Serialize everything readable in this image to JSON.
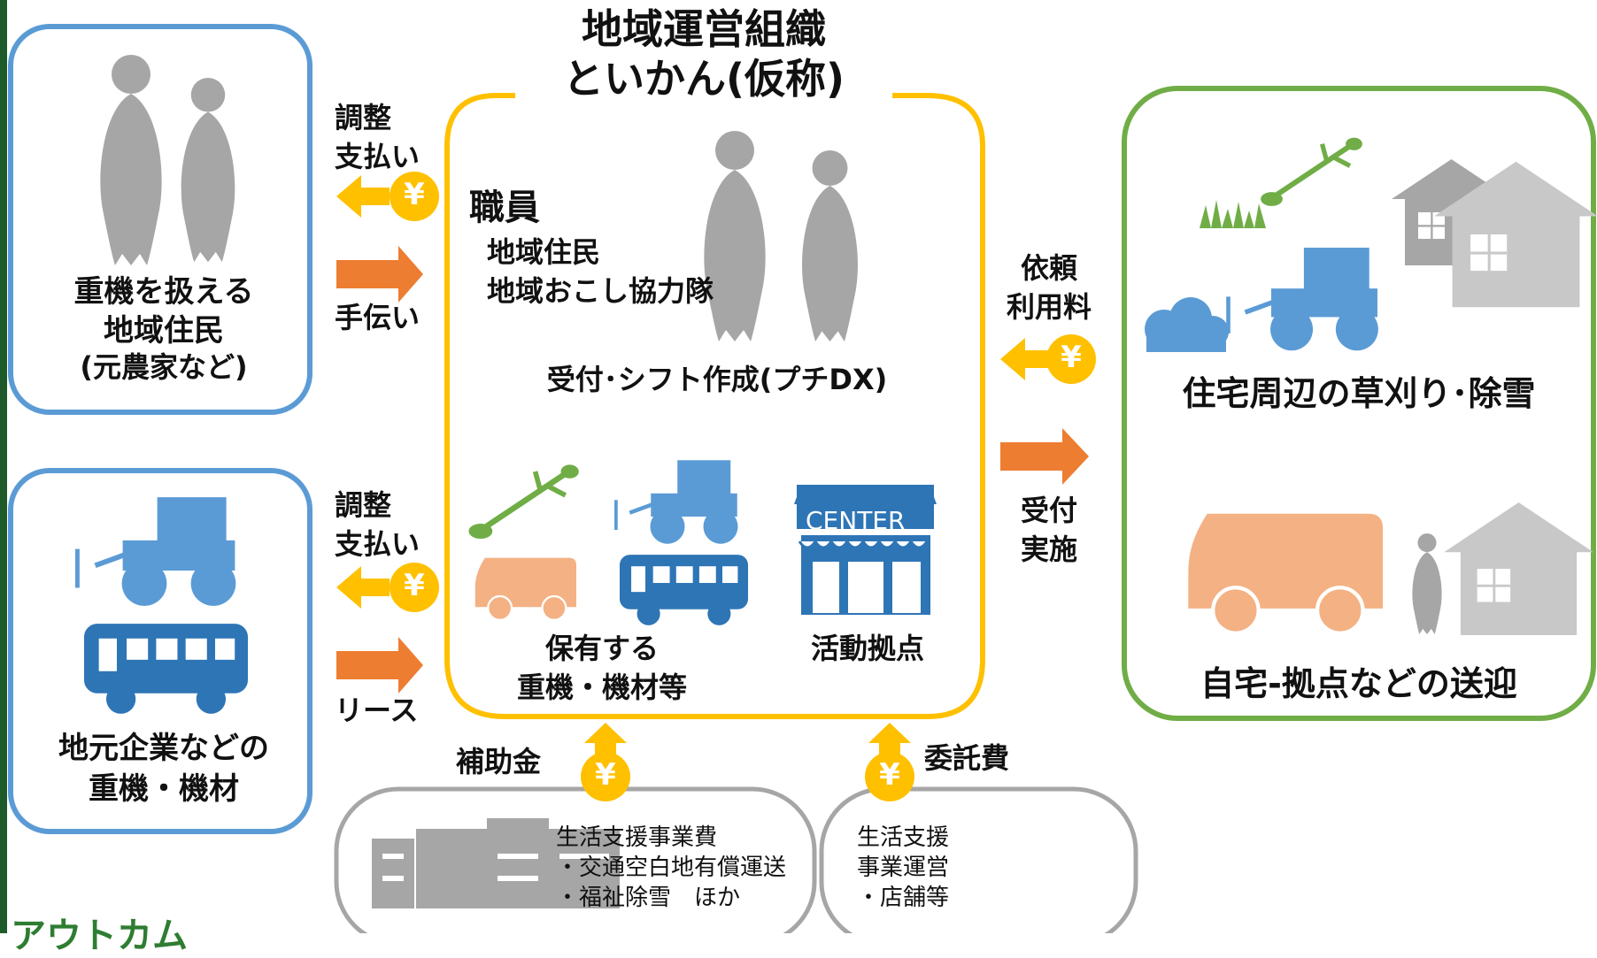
{
  "org": {
    "title_line1": "地域運営組織",
    "title_line2": "といかん(仮称)"
  },
  "staff": {
    "heading": "職員",
    "line1": "地域住民",
    "line2": "地域おこし協力隊",
    "task": "受付･シフト作成(プチDX)"
  },
  "assets": {
    "equipment_line1": "保有する",
    "equipment_line2": "重機・機材等",
    "center_sign": "CENTER",
    "center_label": "活動拠点"
  },
  "left_residents": {
    "line1": "重機を扱える",
    "line2": "地域住民",
    "line3": "(元農家など)"
  },
  "left_companies": {
    "line1": "地元企業などの",
    "line2": "重機・機材"
  },
  "flows": {
    "top_pay_line1": "調整",
    "top_pay_line2": "支払い",
    "top_help": "手伝い",
    "bottom_pay_line1": "調整",
    "bottom_pay_line2": "支払い",
    "bottom_lease": "リース",
    "right_req_line1": "依頼",
    "right_req_line2": "利用料",
    "right_do_line1": "受付",
    "right_do_line2": "実施",
    "subsidy": "補助金",
    "commission": "委託費",
    "yen": "¥"
  },
  "right_services": {
    "mowing_snow": "住宅周辺の草刈り･除雪",
    "transport": "自宅-拠点などの送迎"
  },
  "funding": {
    "box1_line1": "生活支援事業費",
    "box1_line2": "・交通空白地有償運送",
    "box1_line3": "・福祉除雪　ほか",
    "box2_line1": "生活支援",
    "box2_line2": "事業運営",
    "box2_line3": "・店舗等"
  },
  "footer_fragment": "アウトカム",
  "colors": {
    "blue_frame": "#5b9bd5",
    "yellow_frame": "#ffc000",
    "green_frame": "#70ad47",
    "grey_frame": "#a6a6a6",
    "arrow_orange": "#ed7d31",
    "yen_yellow": "#ffc000",
    "tractor_blue": "#5b9bd5",
    "bus_blue": "#2e75b6",
    "van_peach": "#f4b183",
    "figure_grey": "#a6a6a6",
    "grass_green": "#70ad47"
  }
}
